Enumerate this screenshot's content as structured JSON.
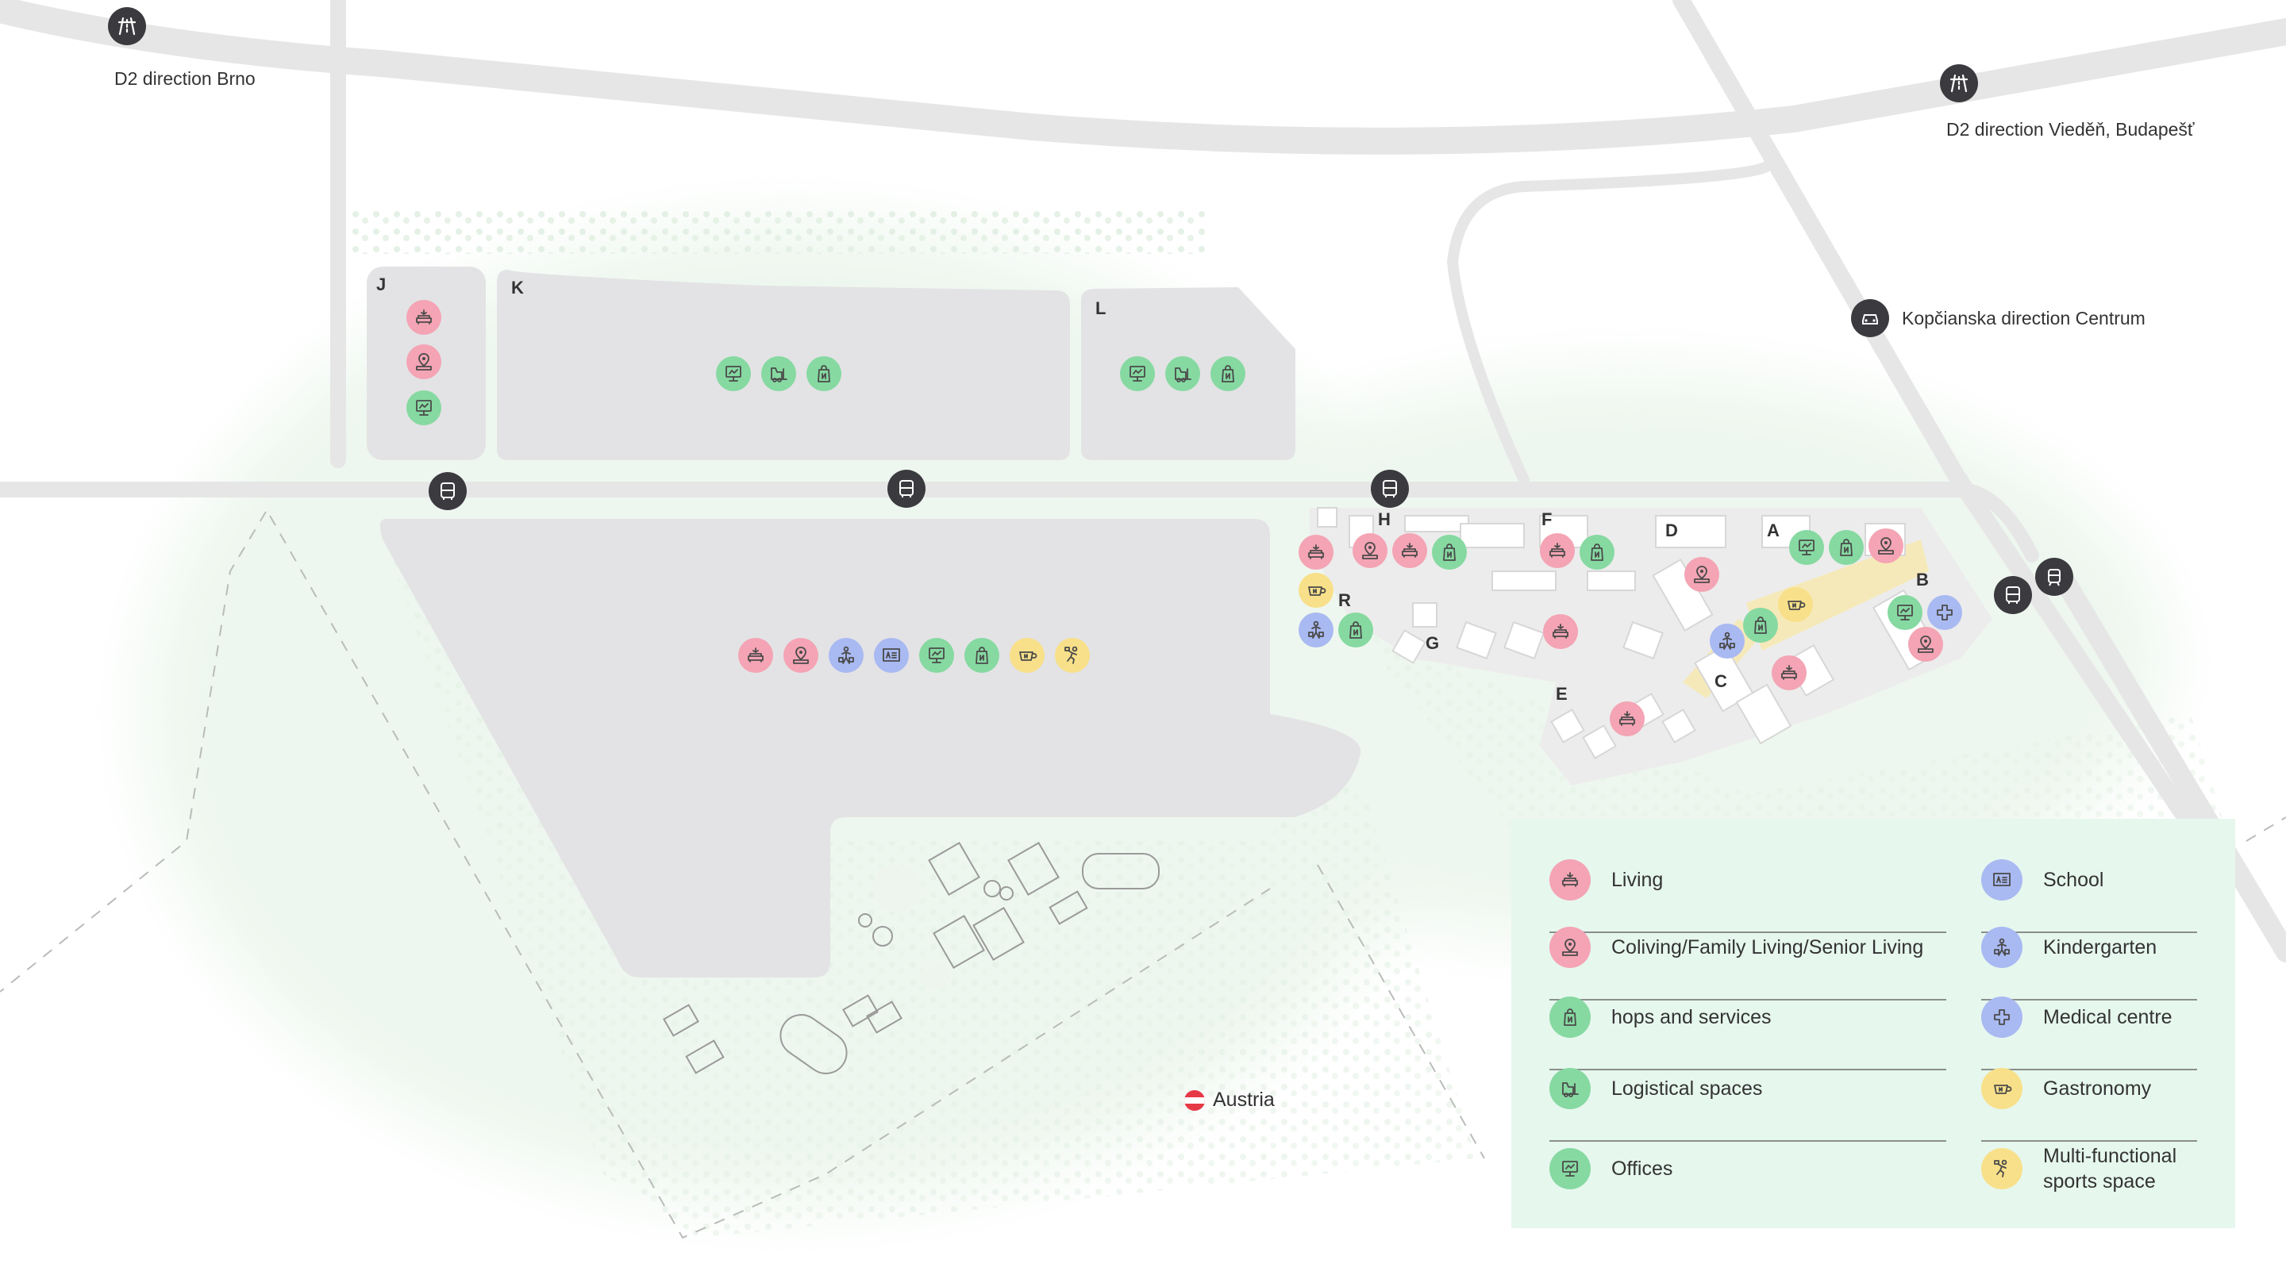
{
  "map": {
    "labels": {
      "brno": "D2 direction Brno",
      "vienna": "D2 direction Vieděň, Budapešť",
      "centrum": "Kopčianska direction Centrum",
      "austria": "Austria"
    },
    "plots": [
      "J",
      "K",
      "L",
      "H",
      "F",
      "D",
      "A",
      "B",
      "R",
      "G",
      "C",
      "E"
    ]
  },
  "legend": {
    "items": [
      {
        "key": "living",
        "label": "Living"
      },
      {
        "key": "coliving",
        "label": "Coliving/Family Living/Senior Living"
      },
      {
        "key": "shops",
        "label": "hops and services"
      },
      {
        "key": "logistics",
        "label": "Logistical spaces"
      },
      {
        "key": "offices",
        "label": "Offices"
      },
      {
        "key": "school",
        "label": "School"
      },
      {
        "key": "kindergarten",
        "label": "Kindergarten"
      },
      {
        "key": "medical",
        "label": "Medical centre"
      },
      {
        "key": "gastronomy",
        "label": "Gastronomy"
      },
      {
        "key": "sports",
        "label": "Multi-functional sports space"
      }
    ]
  },
  "colors": {
    "living": "#f4a4b4",
    "residential": "#f4a4b4",
    "green": "#86d9a1",
    "blue": "#a9b9f2",
    "yellow": "#f8e08a",
    "poi": "#3b3b3f",
    "legend_bg": "#e6f7ee",
    "road": "#e6e6e6",
    "plot": "#e3e3e5",
    "vegetation": "#eef7ef"
  },
  "icons": {
    "living": "sofa-icon",
    "coliving": "location-pin-icon",
    "shops": "shopping-bag-icon",
    "logistics": "forklift-icon",
    "offices": "computer-icon",
    "school": "blackboard-icon",
    "kindergarten": "child-icon",
    "medical": "medical-cross-icon",
    "gastronomy": "coffee-cup-icon",
    "sports": "sports-icon",
    "highway": "highway-icon",
    "bus": "bus-icon",
    "tram": "tram-icon",
    "car": "car-icon",
    "flag": "austria-flag-icon"
  }
}
